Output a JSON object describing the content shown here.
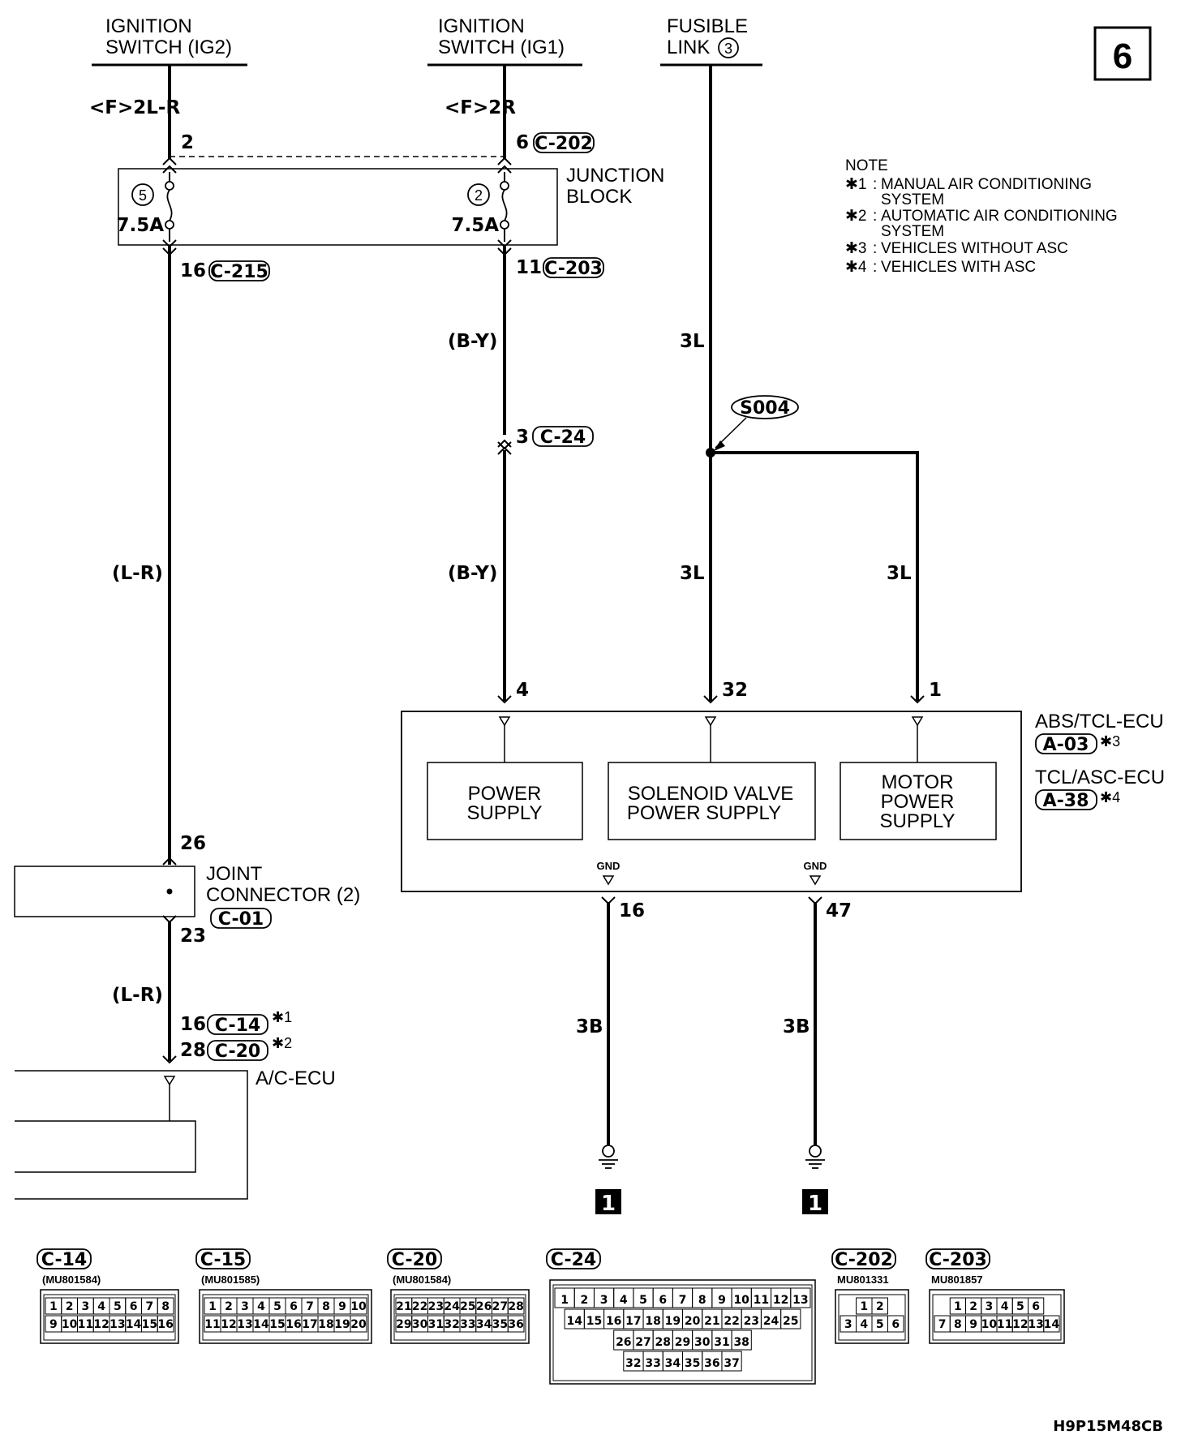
{
  "page_number": "6",
  "sources": [
    {
      "line1": "IGNITION",
      "line2": "SWITCH (IG2)"
    },
    {
      "line1": "IGNITION",
      "line2": "SWITCH (IG1)"
    },
    {
      "line1": "FUSIBLE",
      "line2": "LINK",
      "badge": "3"
    }
  ],
  "harness_codes": {
    "ig2": "<F>2L-R",
    "ig1": "<F>2R"
  },
  "junction_block": {
    "line1": "JUNCTION",
    "line2": "BLOCK",
    "fuse1": {
      "circle": "5",
      "rating": "7.5A"
    },
    "fuse2": {
      "circle": "2",
      "rating": "7.5A"
    },
    "pin_in_left": "2",
    "pin_in_right": "6",
    "conn_in_right": "C-202",
    "pin_out_left": "16",
    "conn_out_left": "C-215",
    "pin_out_right": "11",
    "conn_out_right": "C-203"
  },
  "wires": {
    "ig2_color": "(L-R)",
    "ig1_color": "(B-Y)",
    "fusible_color": "3L",
    "ground_color": "3B"
  },
  "c24_pin": "3",
  "c24_conn": "C-24",
  "splice": "S004",
  "notes": {
    "title": "NOTE",
    "items": [
      {
        "mark": "✱1",
        "lines": [
          "MANUAL AIR CONDITIONING",
          "SYSTEM"
        ]
      },
      {
        "mark": "✱2",
        "lines": [
          "AUTOMATIC AIR CONDITIONING",
          "SYSTEM"
        ]
      },
      {
        "mark": "✱3",
        "lines": [
          "VEHICLES WITHOUT ASC"
        ]
      },
      {
        "mark": "✱4",
        "lines": [
          "VEHICLES WITH ASC"
        ]
      }
    ]
  },
  "ecu": {
    "pins": [
      "4",
      "32",
      "1"
    ],
    "name1": "ABS/TCL-ECU",
    "conn1": "A-03",
    "mark1": "✱3",
    "name2": "TCL/ASC-ECU",
    "conn2": "A-38",
    "mark2": "✱4",
    "blocks": [
      [
        "POWER",
        "SUPPLY"
      ],
      [
        "SOLENOID VALVE",
        "POWER SUPPLY"
      ],
      [
        "MOTOR",
        "POWER",
        "SUPPLY"
      ]
    ],
    "gnd": "GND",
    "gnd_pins": [
      "16",
      "47"
    ]
  },
  "joint_connector": {
    "line1": "JOINT",
    "line2": "CONNECTOR (2)",
    "conn": "C-01",
    "pin_in": "26",
    "pin_out": "23"
  },
  "ac_ecu": {
    "name": "A/C-ECU",
    "pin1": "16",
    "conn1": "C-14",
    "mark1": "✱1",
    "pin2": "28",
    "conn2": "C-20",
    "mark2": "✱2"
  },
  "ground_ref": "1",
  "connector_views": [
    {
      "id": "C-14",
      "part": "(MU801584)",
      "rows": [
        [
          "1",
          "2",
          "3",
          "4",
          "5",
          "6",
          "7",
          "8"
        ],
        [
          "9",
          "10",
          "11",
          "12",
          "13",
          "14",
          "15",
          "16"
        ]
      ]
    },
    {
      "id": "C-15",
      "part": "(MU801585)",
      "rows": [
        [
          "1",
          "2",
          "3",
          "4",
          "5",
          "6",
          "7",
          "8",
          "9",
          "10"
        ],
        [
          "11",
          "12",
          "13",
          "14",
          "15",
          "16",
          "17",
          "18",
          "19",
          "20"
        ]
      ]
    },
    {
      "id": "C-20",
      "part": "(MU801584)",
      "rows": [
        [
          "21",
          "22",
          "23",
          "24",
          "25",
          "26",
          "27",
          "28"
        ],
        [
          "29",
          "30",
          "31",
          "32",
          "33",
          "34",
          "35",
          "36"
        ]
      ]
    },
    {
      "id": "C-24",
      "part": "",
      "rows": [
        [
          "1",
          "2",
          "3",
          "4",
          "5",
          "6",
          "7",
          "8",
          "9",
          "10",
          "11",
          "12",
          "13"
        ],
        [
          "14",
          "15",
          "16",
          "17",
          "18",
          "19",
          "20",
          "21",
          "22",
          "23",
          "24",
          "25"
        ],
        [
          "26",
          "27",
          "28",
          "29",
          "30",
          "31",
          "38"
        ],
        [
          "32",
          "33",
          "34",
          "35",
          "36",
          "37"
        ]
      ]
    },
    {
      "id": "C-202",
      "part": "MU801331",
      "rows": [
        [
          "1",
          "2"
        ],
        [
          "3",
          "4",
          "5",
          "6"
        ]
      ]
    },
    {
      "id": "C-203",
      "part": "MU801857",
      "rows": [
        [
          "1",
          "2",
          "3",
          "4",
          "5",
          "6"
        ],
        [
          "7",
          "8",
          "9",
          "10",
          "11",
          "12",
          "13",
          "14"
        ]
      ]
    }
  ],
  "figure_code": "H9P15M48CB"
}
